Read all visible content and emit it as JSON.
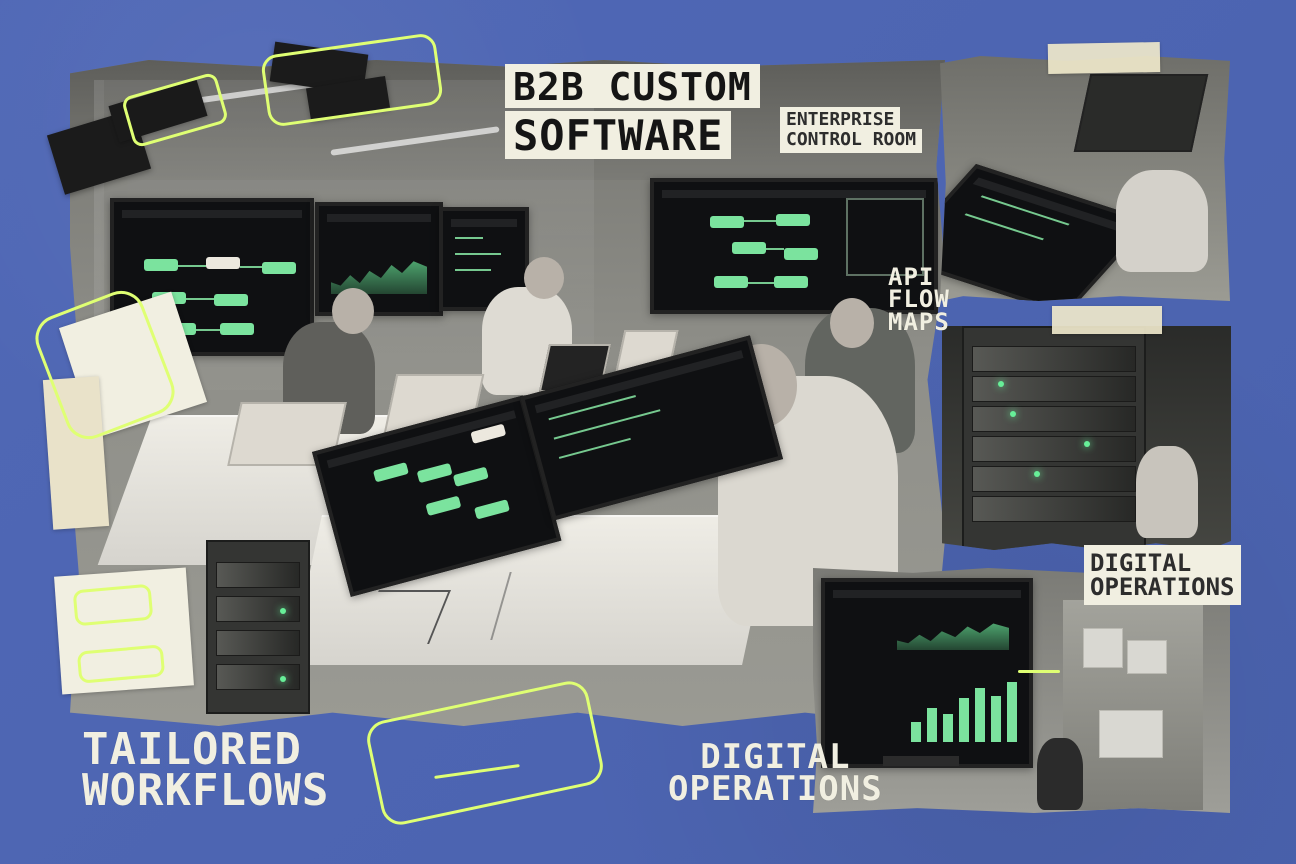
{
  "title": {
    "line1": "B2B CUSTOM",
    "line2": "SOFTWARE"
  },
  "subtitle": {
    "line1": "ENTERPRISE",
    "line2": "CONTROL ROOM"
  },
  "labels": {
    "api_flow_maps": {
      "line1": "API",
      "line2": "FLOW",
      "line3": "MAPS"
    },
    "digital_operations_top": {
      "line1": "DIGITAL",
      "line2": "OPERATIONS"
    },
    "tailored_workflows": {
      "line1": "TAILORED",
      "line2": "WORKFLOWS"
    },
    "digital_operations_bottom": {
      "line1": "DIGITAL",
      "line2": "OPERATIONS"
    }
  },
  "colors": {
    "background": "#4e66b4",
    "paper": "#f1efe1",
    "neon": "#dfff73",
    "screen_green": "#7be39e"
  },
  "icons": {
    "flow_node": "rounded-rectangle",
    "chart": "line-and-bar-chart",
    "rack_led": "green-dot"
  }
}
